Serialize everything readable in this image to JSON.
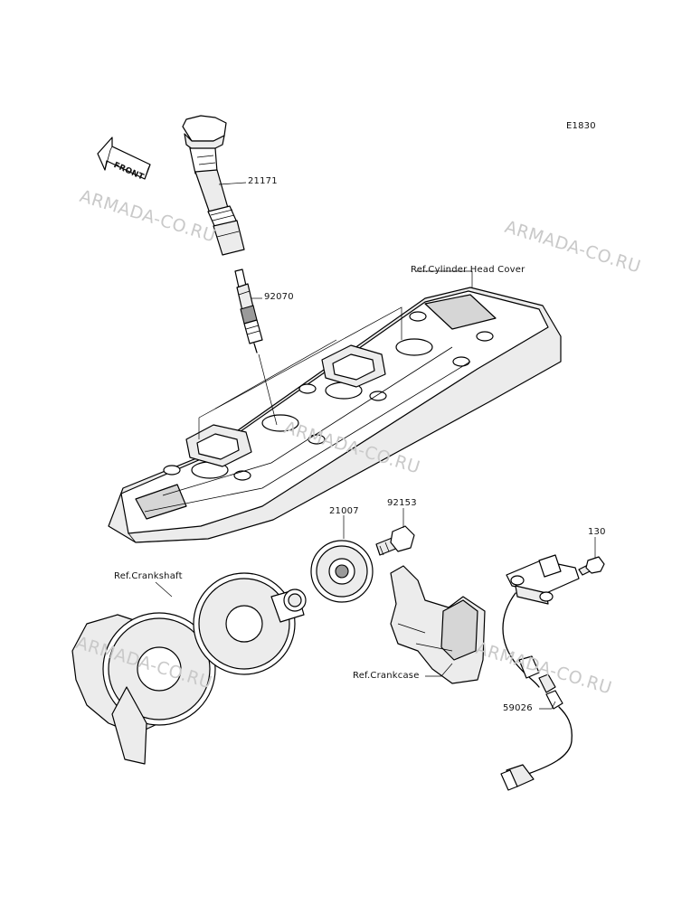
{
  "diagram_code": "E1830",
  "front_arrow_label": "FRONT",
  "watermark": "ARMADA-CO.RU",
  "parts": {
    "ignition_coil": "21171",
    "spark_plug": "92070",
    "timing_rotor": "21007",
    "rotor_bolt": "92153",
    "sensor_bolt": "130",
    "pickup_sensor": "59026"
  },
  "references": {
    "cylinder_head_cover": "Ref.Cylinder Head Cover",
    "crankshaft": "Ref.Crankshaft",
    "crankcase": "Ref.Crankcase"
  }
}
